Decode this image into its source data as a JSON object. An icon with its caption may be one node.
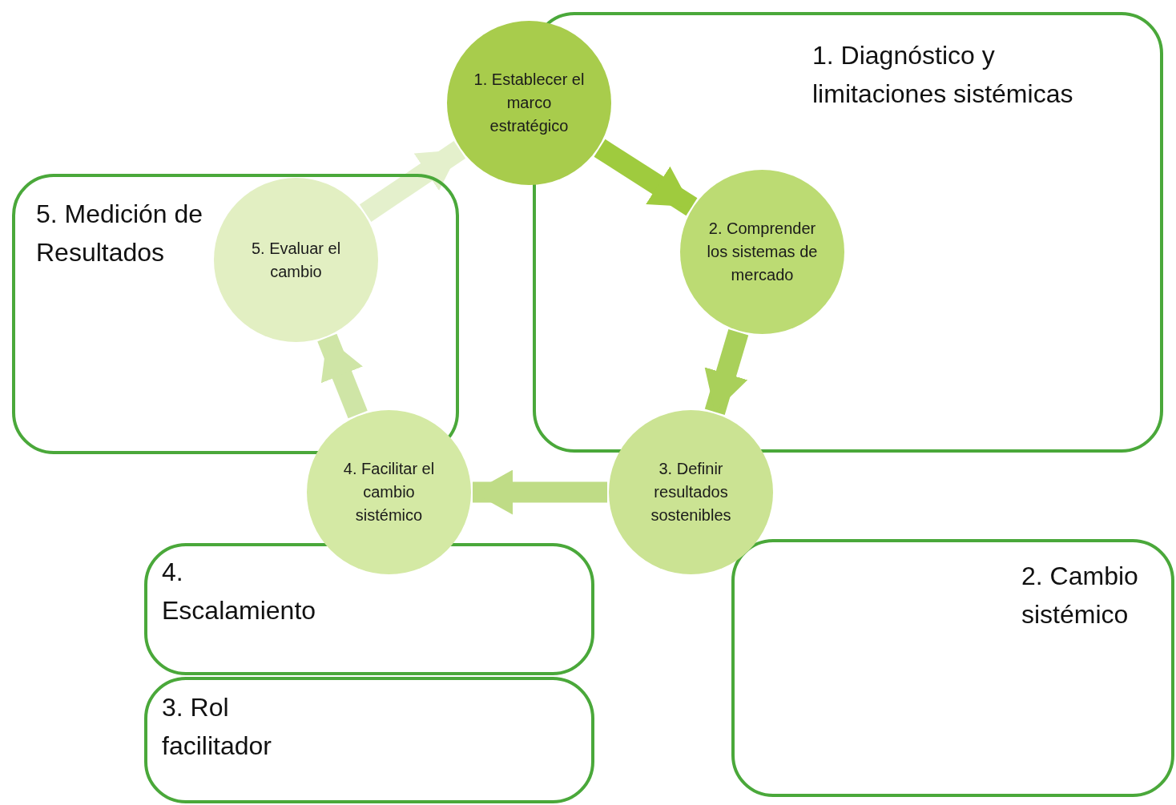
{
  "diagram": {
    "nodes": [
      {
        "text": [
          "1. Establecer el marco estratégico"
        ]
      },
      {
        "text": [
          "1. Diagnóstico y limitaciones sistémicas"
        ]
      },
      {
        "text": [
          "2. Comprender los sistemas de mercado"
        ],
        "in": 1
      },
      {
        "text": [
          "5. Medición de Resultados"
        ]
      },
      {
        "text": [
          "5. Evaluar el cambio"
        ],
        "in": 3
      },
      {
        "text": [
          "4. Facilitar el cambio sistémico"
        ]
      },
      {
        "text": [
          "3. Definir resultados sostenibles"
        ]
      },
      {
        "text": [
          "4. Escalamiento"
        ]
      },
      {
        "text": [
          "2. Cambio sistémico"
        ]
      },
      {
        "text": [
          "3. Rol facilitador"
        ]
      }
    ],
    "edges": [
      {
        "from": 0,
        "to": 2,
        "arrow": "to",
        "color": "#9fcb3e"
      },
      {
        "from": 2,
        "to": 6,
        "arrow": "to",
        "color": "#a9d05a"
      },
      {
        "from": 6,
        "to": 5,
        "arrow": "to",
        "color": "#bfdc86"
      },
      {
        "from": 5,
        "to": 4,
        "arrow": "to",
        "color": "#cfe5a6"
      },
      {
        "from": 4,
        "to": 0,
        "arrow": "to",
        "color": "#e4f0cc"
      }
    ]
  }
}
